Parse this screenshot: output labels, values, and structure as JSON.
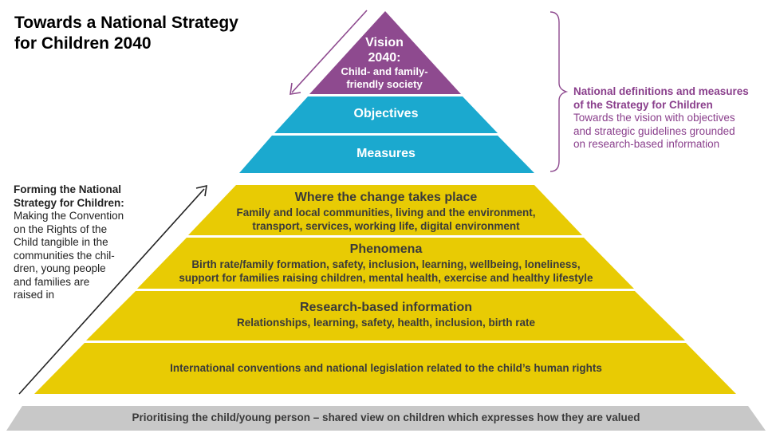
{
  "title": {
    "line1": "Towards a National Strategy",
    "line2": "for Children 2040"
  },
  "vision": {
    "line1": "Vision",
    "line2": "2040:",
    "line3": "Child- and family-",
    "line4": "friendly society"
  },
  "objectives": "Objectives",
  "measures": "Measures",
  "layers": {
    "change": {
      "title": "Where the change takes place",
      "line1": "Family and local communities, living and the environment,",
      "line2": "transport, services, working life, digital environment"
    },
    "phenomena": {
      "title": "Phenomena",
      "line1": "Birth rate/family formation, safety, inclusion, learning, wellbeing, loneliness,",
      "line2": "support for families raising children, mental health, exercise and healthy lifestyle"
    },
    "research": {
      "title": "Research-based information",
      "line1": "Relationships, learning, safety, health, inclusion, birth rate"
    },
    "conventions": {
      "line1": "International conventions and national legislation related to the child’s human rights"
    }
  },
  "base": "Prioritising the child/young person – shared view on children which expresses how they are valued",
  "left_note": {
    "head1": "Forming the National",
    "head2": "Strategy for Children:",
    "lines": [
      "Making the Convention",
      "on the Rights of the",
      "Child tangible in the",
      "communities the chil-",
      "dren, young people",
      "and families are",
      "raised in"
    ]
  },
  "right_note": {
    "head1": "National definitions and measures",
    "head2": "of the Strategy for Children",
    "lines": [
      "Towards the vision with objectives",
      "and strategic guidelines grounded",
      "on research-based information"
    ]
  },
  "colors": {
    "purple": "#8e4a8f",
    "cyan": "#1ba9cf",
    "yellow": "#e8cb04",
    "gray": "#c8c8c8",
    "text_purple": "#8a3f8c"
  }
}
